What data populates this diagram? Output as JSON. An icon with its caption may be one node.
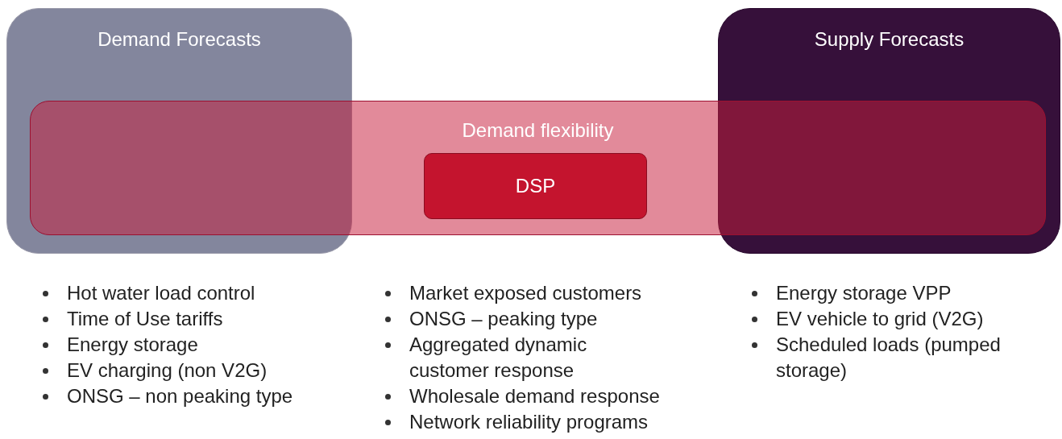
{
  "diagram": {
    "nodes": [
      {
        "text": [
          "Demand Forecasts"
        ]
      },
      {
        "text": [
          "Supply Forecasts"
        ]
      },
      {
        "text": [
          "Demand flexibility"
        ]
      },
      {
        "text": [
          "DSP"
        ],
        "in": 2
      }
    ],
    "labels": [
      "Hot water load control",
      "Time of Use tariffs",
      "Energy storage",
      "EV charging (non V2G)",
      "ONSG – non peaking type",
      "Market exposed customers",
      "ONSG – peaking type",
      "Aggregated dynamic customer response",
      "Wholesale demand response",
      "Network reliability programs",
      "Energy storage VPP",
      "EV vehicle to grid (V2G)",
      "Scheduled loads (pumped storage)"
    ]
  }
}
